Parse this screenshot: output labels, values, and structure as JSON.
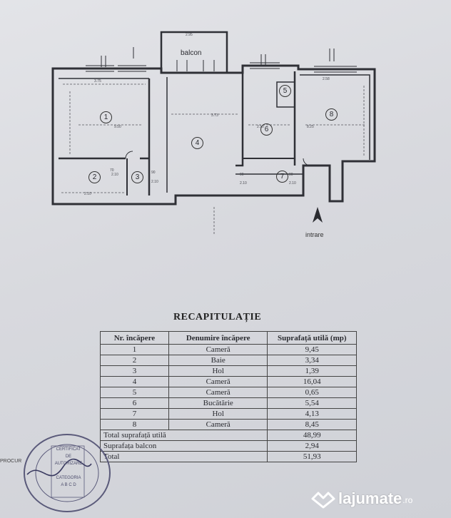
{
  "plan": {
    "balcon_label": "balcon",
    "entrance_label": "intrare",
    "rooms": [
      "1",
      "2",
      "3",
      "4",
      "5",
      "6",
      "7",
      "8"
    ]
  },
  "recap": {
    "title": "RECAPITULAȚIE",
    "headers": {
      "nr": "Nr. încăpere",
      "denumire": "Denumire încăpere",
      "suprafata": "Suprafață utilă (mp)"
    },
    "rows": [
      {
        "nr": "1",
        "name": "Cameră",
        "area": "9,45"
      },
      {
        "nr": "2",
        "name": "Baie",
        "area": "3,34"
      },
      {
        "nr": "3",
        "name": "Hol",
        "area": "1,39"
      },
      {
        "nr": "4",
        "name": "Cameră",
        "area": "16,04"
      },
      {
        "nr": "5",
        "name": "Cameră",
        "area": "0,65"
      },
      {
        "nr": "6",
        "name": "Bucătărie",
        "area": "5,54"
      },
      {
        "nr": "7",
        "name": "Hol",
        "area": "4,13"
      },
      {
        "nr": "8",
        "name": "Cameră",
        "area": "8,45"
      }
    ],
    "totals": [
      {
        "label": "Total suprafață utilă",
        "value": "48,99"
      },
      {
        "label": "Suprafața balcon",
        "value": "2,94"
      },
      {
        "label": "Total",
        "value": "51,93"
      }
    ]
  },
  "stamp": {
    "line1": "CERTIFICAT",
    "line2": "DE",
    "line3": "AUTORIZARE",
    "line4": "CATEGORIA",
    "line5": "A B C D"
  },
  "side_text": "PROCUR",
  "watermark": {
    "name": "lajumate",
    "tld": ".ro"
  },
  "colors": {
    "paper": "#d9dbe0",
    "ink": "#2a2b30",
    "stamp": "#4b4b6a",
    "watermark": "#ffffff"
  }
}
